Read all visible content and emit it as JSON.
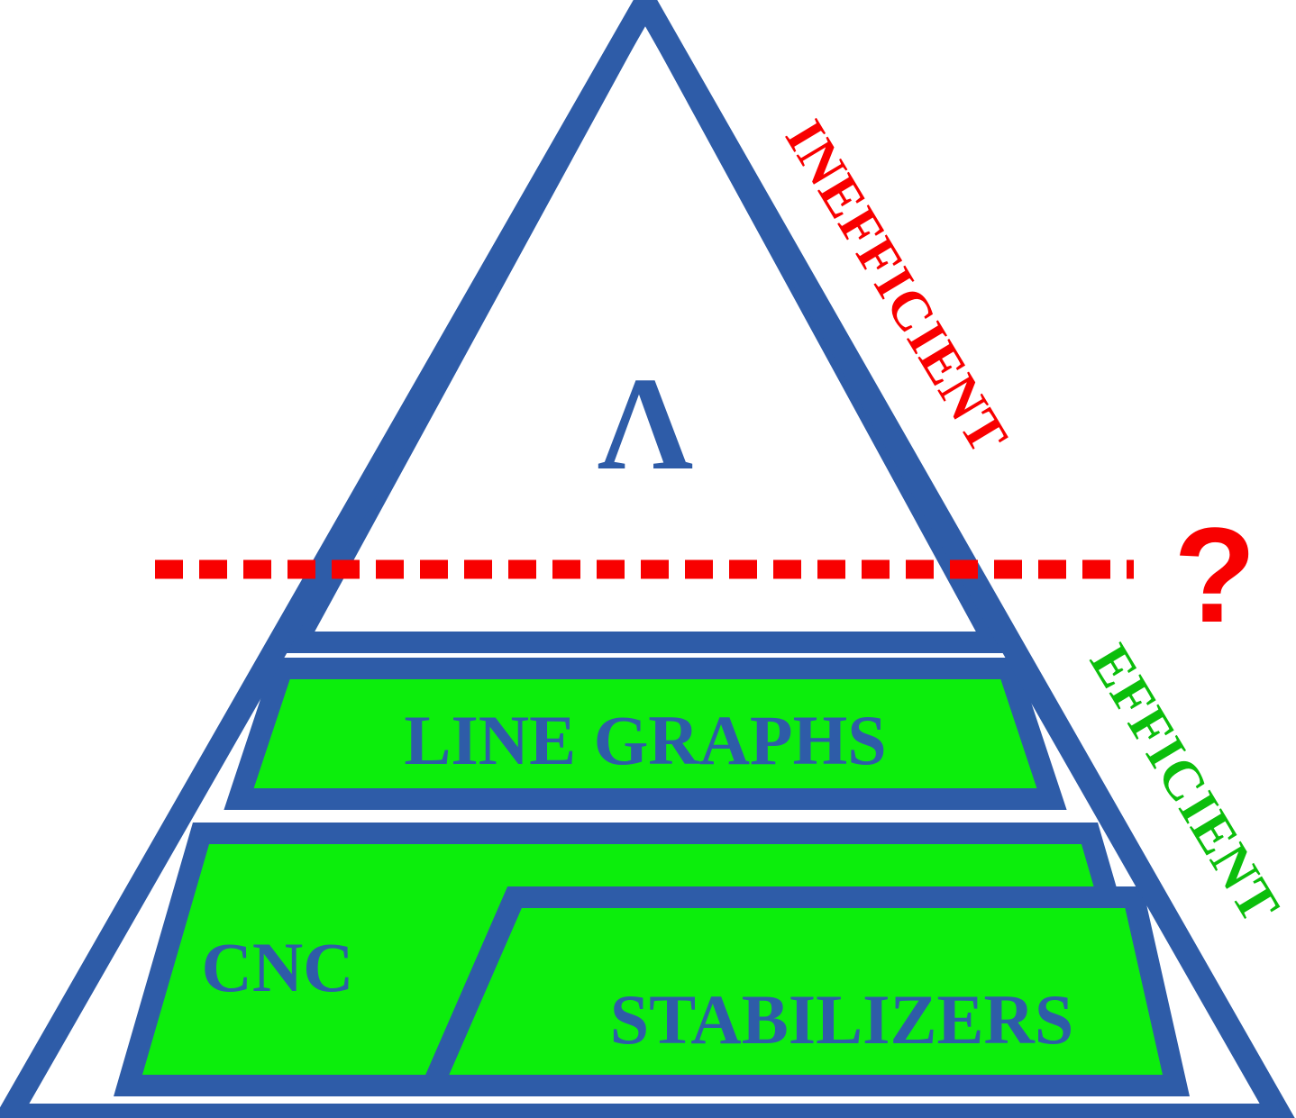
{
  "diagram": {
    "type": "pyramid-hierarchy",
    "title": "",
    "apex_symbol": "Λ",
    "colors": {
      "outline": "#2e5ca8",
      "tier_fill": "#0cee0c",
      "top_tier_fill": "#ffffff",
      "inefficient": "#f80000",
      "efficient": "#0cbe0c",
      "divider": "#f80000",
      "label_text": "#2e5ca8",
      "background": "#ffffff"
    },
    "tiers": [
      {
        "id": "apex",
        "label": "Λ",
        "fill": "#ffffff",
        "zone": "inefficient"
      },
      {
        "id": "line-graphs",
        "label": "LINE GRAPHS",
        "fill": "#0cee0c",
        "zone": "efficient"
      },
      {
        "id": "cnc",
        "label": "CNC",
        "fill": "#0cee0c",
        "zone": "efficient"
      },
      {
        "id": "stabilizers",
        "label": "STABILIZERS",
        "fill": "#0cee0c",
        "zone": "efficient"
      }
    ],
    "side_labels": {
      "upper": "INEFFICIENT",
      "lower": "EFFICIENT"
    },
    "question_mark": "?",
    "divider": {
      "style": "dashed",
      "color": "#f80000",
      "orientation": "horizontal"
    }
  }
}
